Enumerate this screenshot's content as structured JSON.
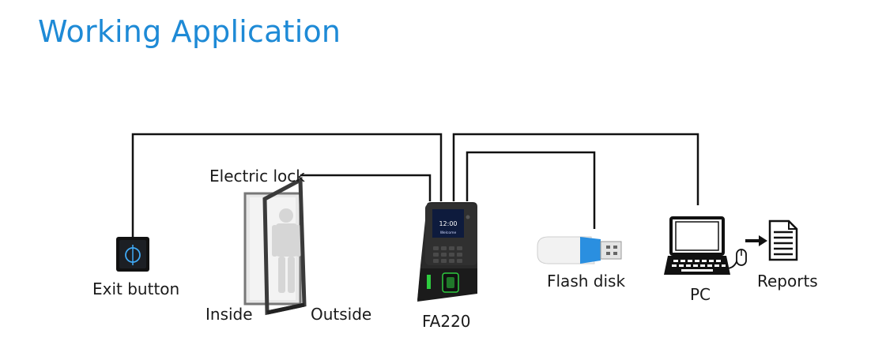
{
  "title": "Working Application",
  "labels": {
    "exit_button": "Exit button",
    "electric_lock": "Electric lock",
    "inside": "Inside",
    "outside": "Outside",
    "device": "FA220",
    "flash_disk": "Flash disk",
    "pc": "PC",
    "reports": "Reports"
  },
  "device_screen": {
    "time": "12:00",
    "message": "Welcome"
  },
  "colors": {
    "title": "#1e8ad6",
    "wire": "#111111",
    "fingerprint_led": "#2ecc40",
    "flash_disk_accent": "#2a8fe0"
  }
}
